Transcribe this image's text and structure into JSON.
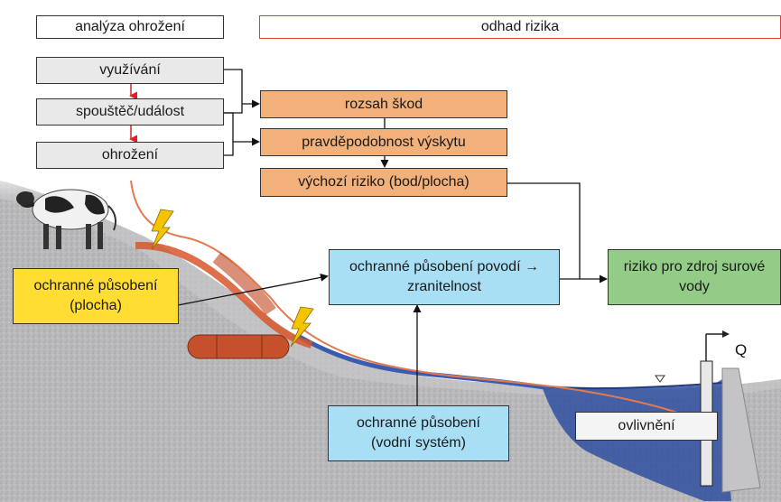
{
  "header": {
    "left": "analýza ohrožení",
    "right": "odhad rizika"
  },
  "chain": {
    "usage": "využívání",
    "trigger": "spouštěč/událost",
    "hazard": "ohrožení"
  },
  "estimate": {
    "damage": "rozsah škod",
    "probability": "pravděpodobnost výskytu",
    "initial_risk": "výchozí riziko (bod/plocha)"
  },
  "protection": {
    "area": "ochranné působení (plocha)",
    "catchment": "ochranné působení povodí → zranitelnost",
    "water_system": "ochranné působení (vodní systém)"
  },
  "result": "riziko pro zdroj surové vody",
  "influence": "ovlivnění",
  "flow_label": "Q",
  "colors": {
    "grey_box": "#e9e9ea",
    "orange_box": "#f2b07a",
    "yellow_box": "#ffdd33",
    "blue_box": "#a8dff5",
    "green_box": "#92cc86",
    "ground": "#b8b8bb",
    "water": "#2f4f9f",
    "plume": "#d8562a"
  }
}
